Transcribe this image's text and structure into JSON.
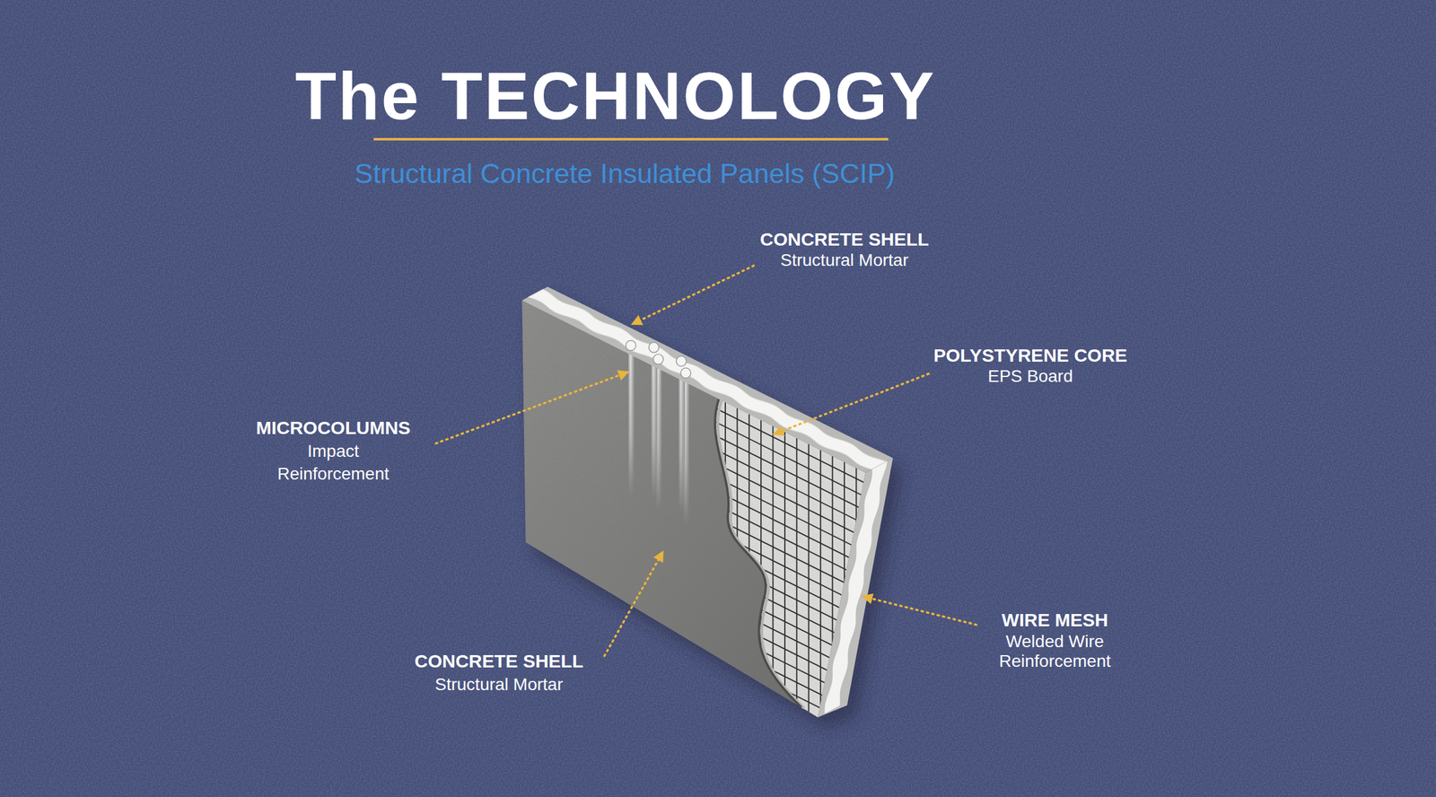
{
  "diagram": {
    "title": "The TECHNOLOGY",
    "caption": "Structural Concrete Insulated Panels (SCIP)",
    "labels": [
      "CONCRETE SHELL",
      "Structural Mortar",
      "POLYSTYRENE CORE",
      "EPS Board",
      "MICROCOLUMNS",
      "Impact Reinforcement",
      "CONCRETE SHELL",
      "Structural Mortar",
      "WIRE MESH",
      "Welded Wire Reinforcement"
    ]
  }
}
